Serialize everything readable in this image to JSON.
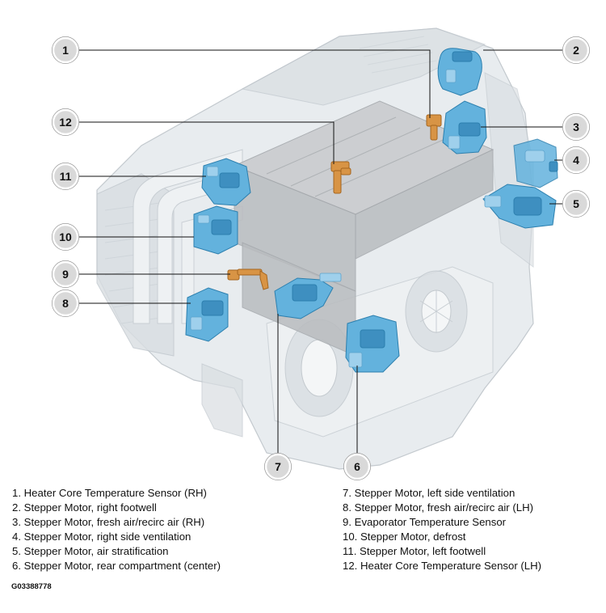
{
  "figure_id": "G03388778",
  "callouts": [
    "1",
    "2",
    "3",
    "4",
    "5",
    "6",
    "7",
    "8",
    "9",
    "10",
    "11",
    "12"
  ],
  "legend": {
    "left": [
      "1.  Heater Core Temperature Sensor (RH)",
      "2.  Stepper Motor, right footwell",
      "3.  Stepper Motor, fresh air/recirc air (RH)",
      "4.  Stepper Motor, right side ventilation",
      "5.  Stepper Motor, air stratification",
      "6.  Stepper Motor, rear compartment (center)"
    ],
    "right": [
      "7.  Stepper Motor, left side ventilation",
      "8.  Stepper Motor, fresh air/recirc air (LH)",
      "9.  Evaporator Temperature Sensor",
      "10. Stepper Motor, defrost",
      "11. Stepper Motor, left footwell",
      "12. Heater Core Temperature Sensor (LH)"
    ]
  },
  "colors": {
    "motor": "#63b2dd",
    "sensor": "#d89445",
    "housing": "#e8ecef",
    "callout": "#d9d9d9"
  }
}
